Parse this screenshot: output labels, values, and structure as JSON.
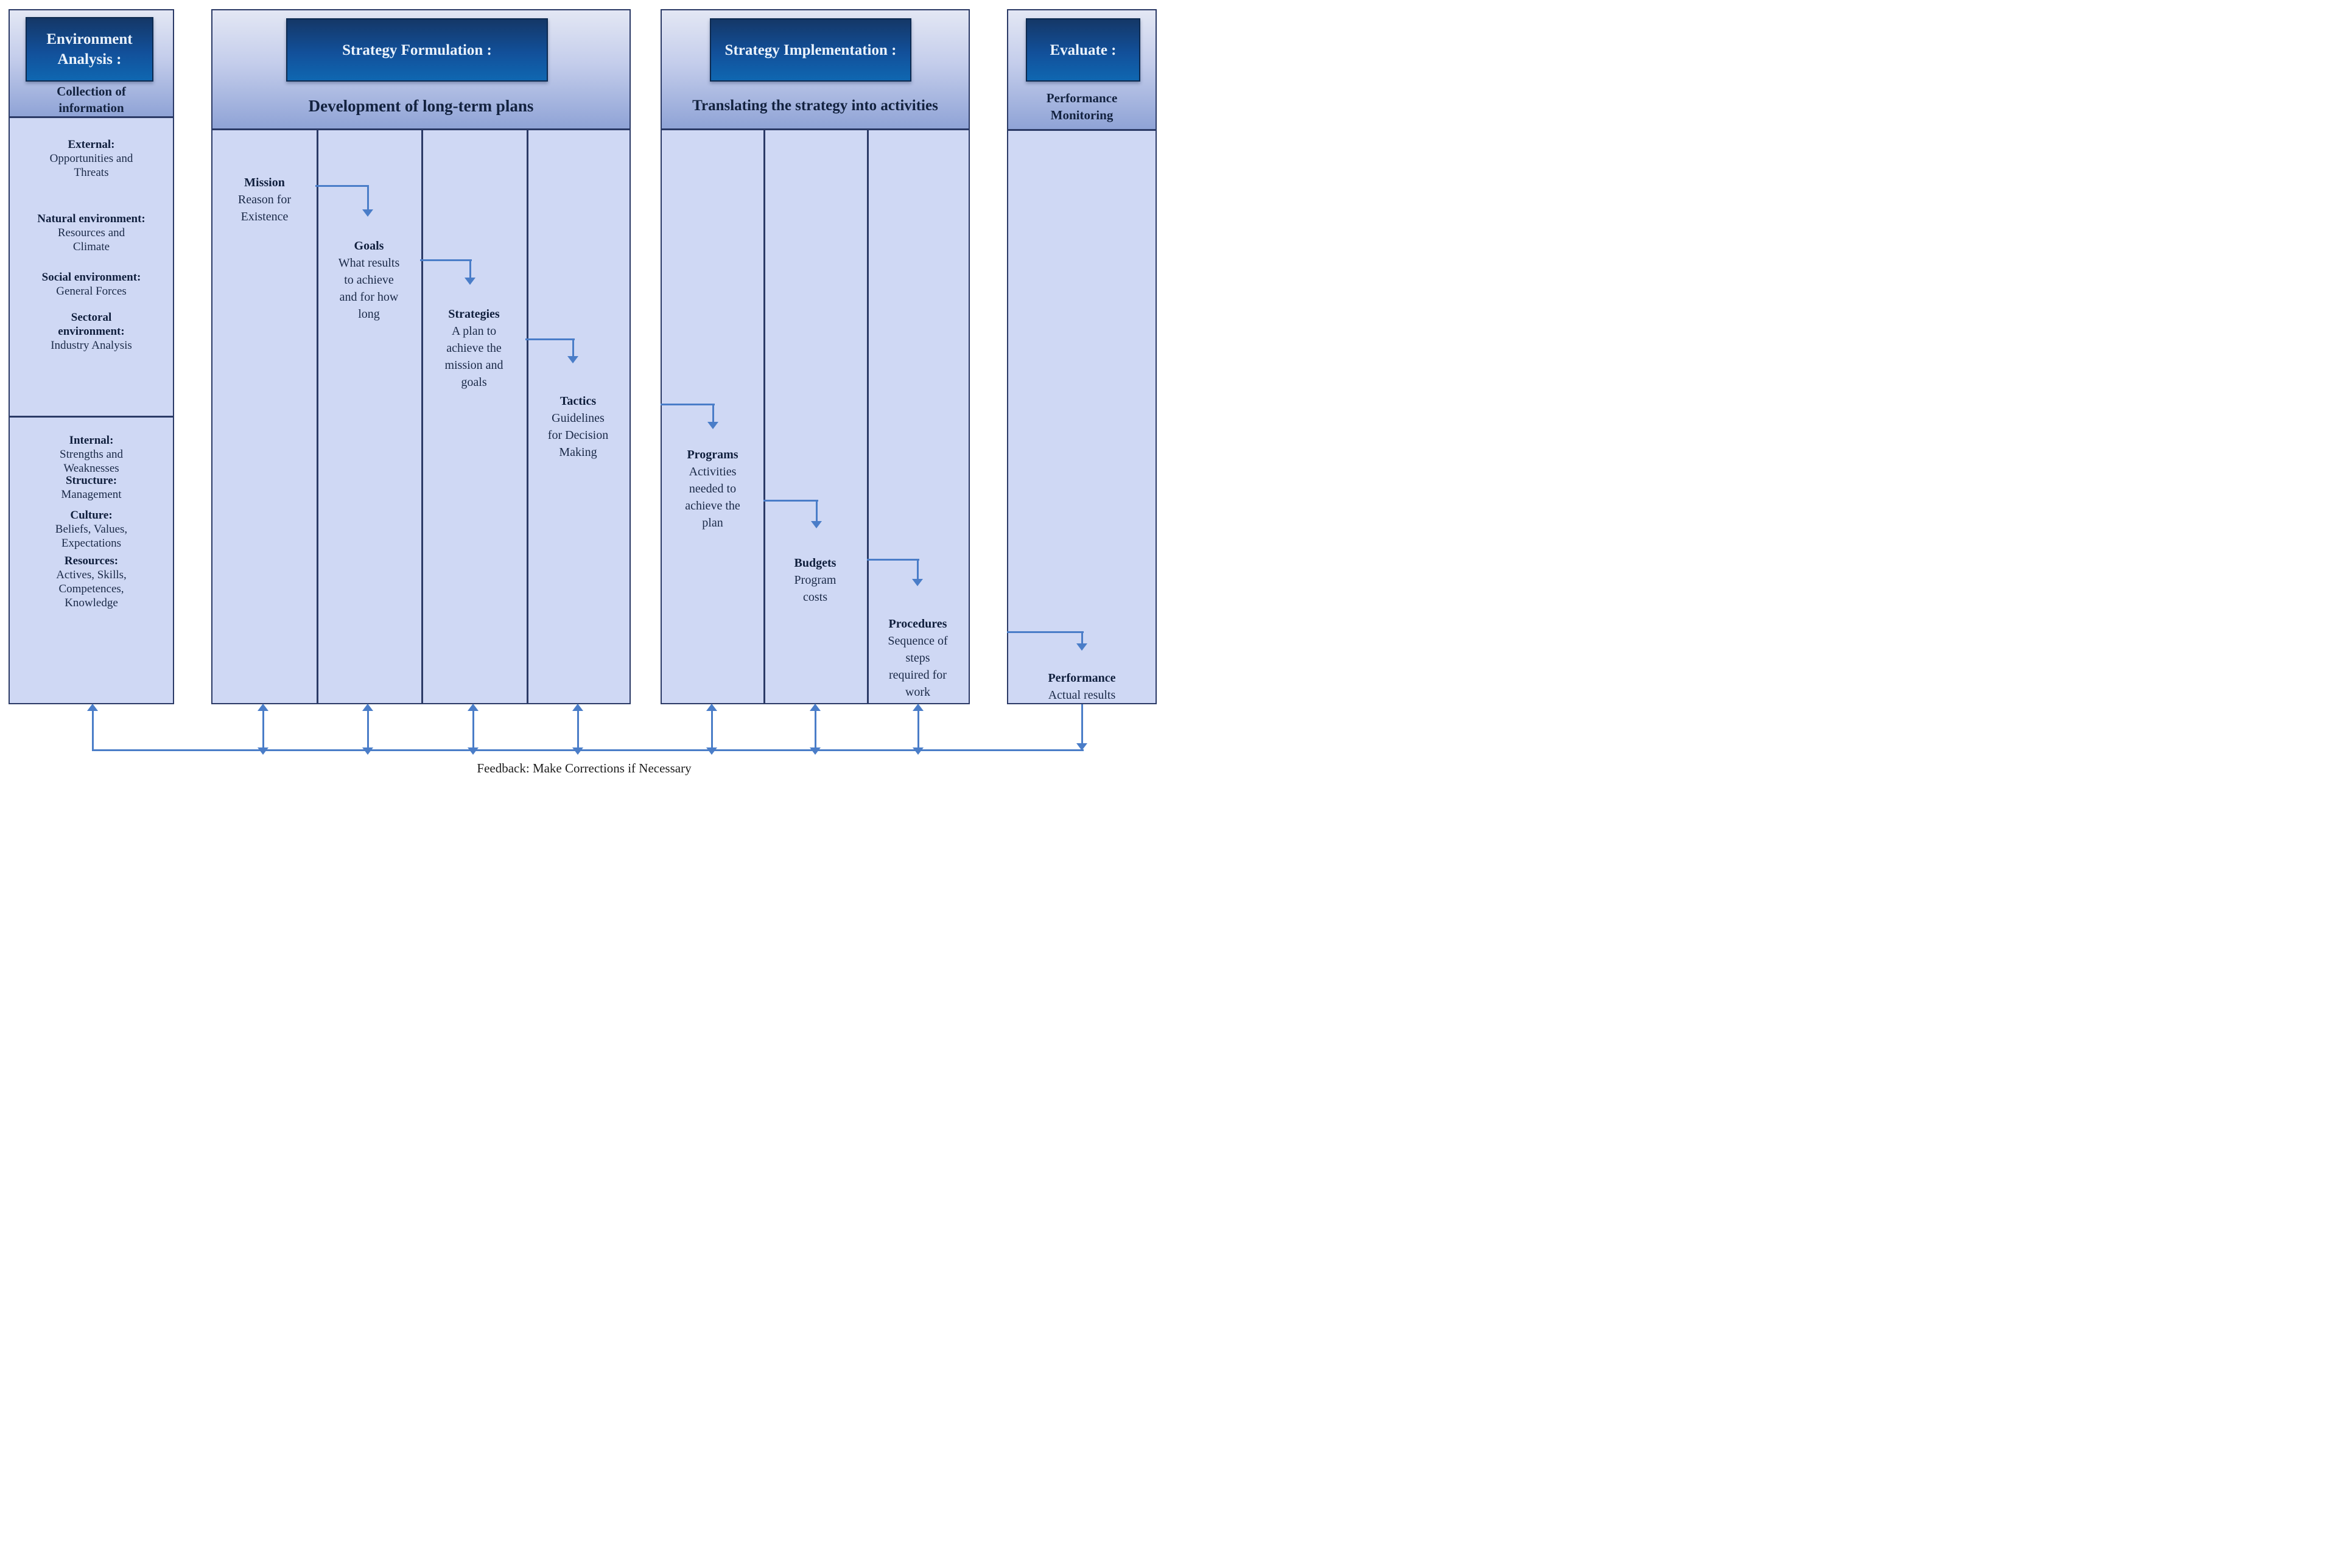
{
  "figure": {
    "feedback_label": "Feedback: Make Corrections if Necessary"
  },
  "colors": {
    "arrow": "#4a7dc8",
    "panel_border": "#2b3a66",
    "panel_body": "#cfd8f4",
    "header_gradient_top": "#e3e7f4",
    "header_gradient_bottom": "#8fa3d6",
    "title_box_top": "#143767",
    "title_box_bottom": "#0f67b1",
    "title_box_text": "#ebf3fc",
    "body_text": "#1a2947"
  },
  "panels": {
    "environment": {
      "title": "Environment\nAnalysis :",
      "subtitle": "Collection of\ninformation",
      "external": {
        "items": [
          {
            "title": "External:",
            "body": "Opportunities and\nThreats"
          },
          {
            "title": "Natural environment:",
            "body": "Resources and\nClimate"
          },
          {
            "title": "Social environment:",
            "body": "General Forces"
          },
          {
            "title": "Sectoral\nenvironment:",
            "body": "Industry Analysis"
          }
        ]
      },
      "internal": {
        "items": [
          {
            "title": "Internal:",
            "body": "Strengths and\nWeaknesses"
          },
          {
            "title": "Structure:",
            "body": "Management"
          },
          {
            "title": "Culture:",
            "body": "Beliefs, Values,\nExpectations"
          },
          {
            "title": "Resources:",
            "body": "Actives, Skills,\nCompetences,\nKnowledge"
          }
        ]
      }
    },
    "formulation": {
      "title": "Strategy Formulation :",
      "subtitle": "Development of long-term plans",
      "steps": [
        {
          "title": "Mission",
          "body": "Reason for\nExistence"
        },
        {
          "title": "Goals",
          "body": "What results\nto achieve\nand for how\nlong"
        },
        {
          "title": "Strategies",
          "body": "A plan to\nachieve the\nmission and\ngoals"
        },
        {
          "title": "Tactics",
          "body": "Guidelines\nfor Decision\nMaking"
        }
      ]
    },
    "implementation": {
      "title": "Strategy Implementation :",
      "subtitle": "Translating the strategy into activities",
      "steps": [
        {
          "title": "Programs",
          "body": "Activities\nneeded to\nachieve the\nplan"
        },
        {
          "title": "Budgets",
          "body": "Program\ncosts"
        },
        {
          "title": "Procedures",
          "body": "Sequence of\nsteps\nrequired for\nwork"
        }
      ]
    },
    "evaluate": {
      "title": "Evaluate :",
      "subtitle": "Performance\nMonitoring",
      "steps": [
        {
          "title": "Performance",
          "body": "Actual results"
        }
      ]
    }
  }
}
